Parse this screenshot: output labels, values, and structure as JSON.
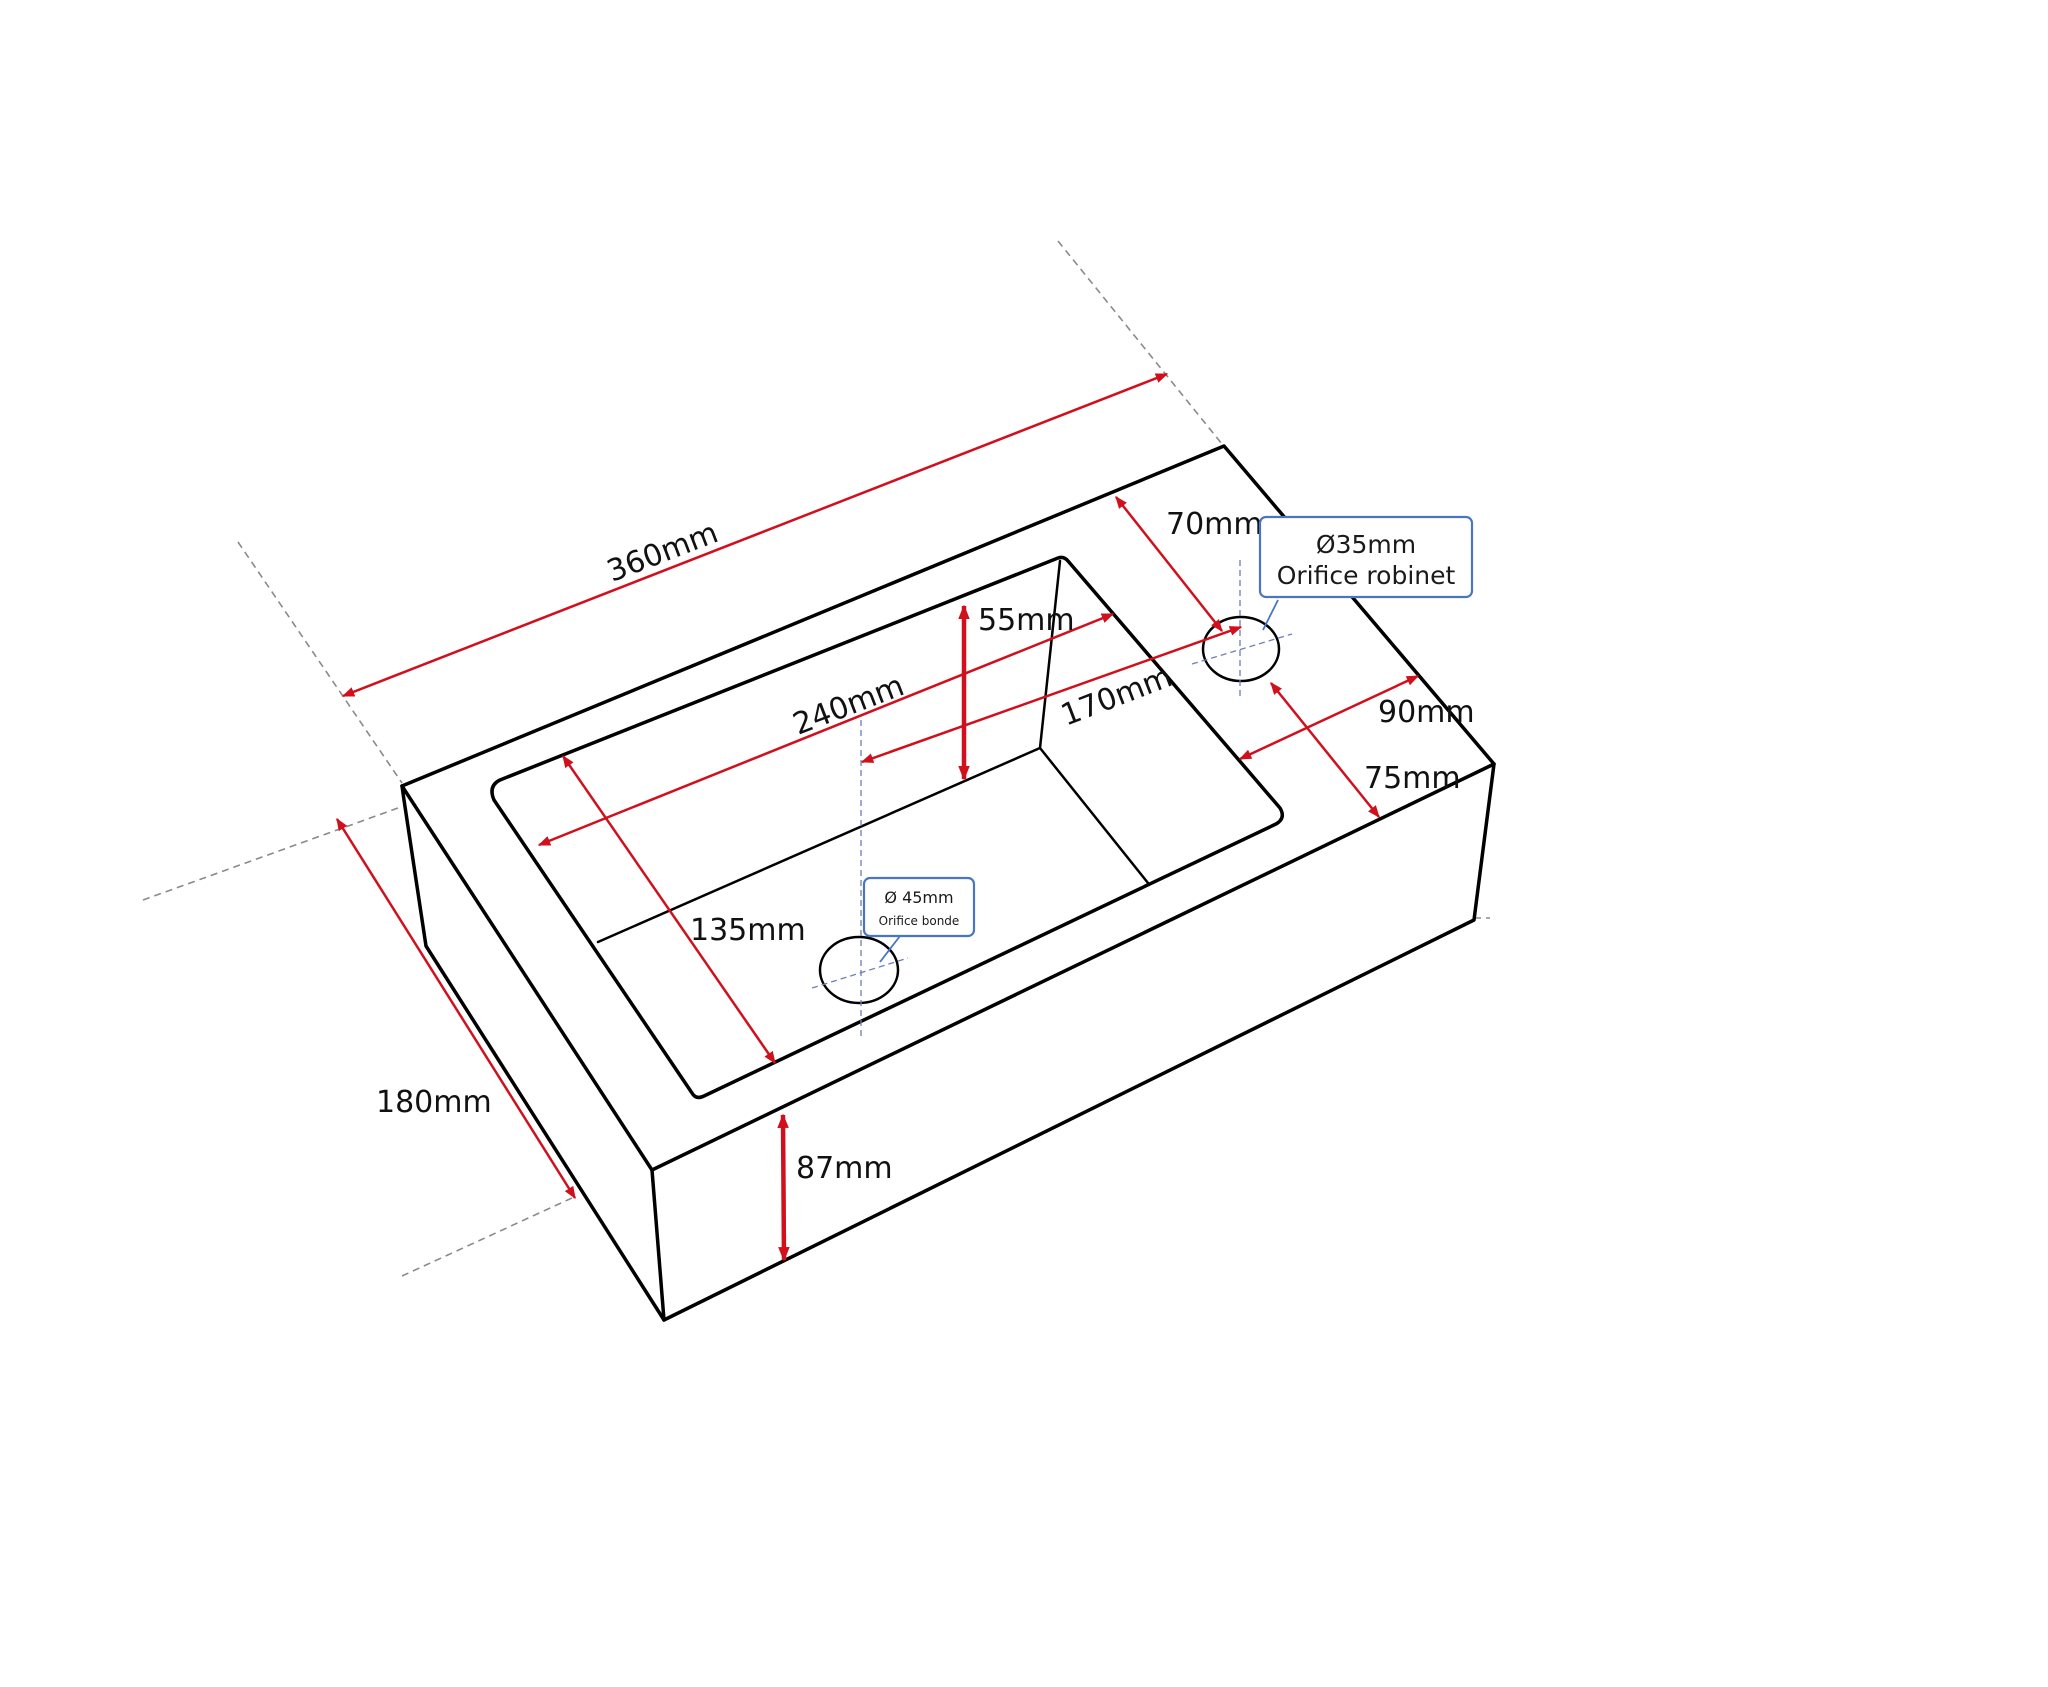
{
  "diagram": {
    "dimensions": {
      "overall_length": "360mm",
      "basin_length": "240mm",
      "basin_length_inner": "170mm",
      "basin_width": "135mm",
      "overall_depth": "180mm",
      "front_height": "87mm",
      "basin_depth": "55mm",
      "tap_from_back": "70mm",
      "tap_from_side": "90mm",
      "deck_width": "75mm"
    },
    "callouts": {
      "tap_hole": {
        "diameter": "Ø35mm",
        "label": "Orifice robinet"
      },
      "drain_hole": {
        "diameter": "Ø 45mm",
        "label": "Orifice bonde"
      }
    }
  }
}
